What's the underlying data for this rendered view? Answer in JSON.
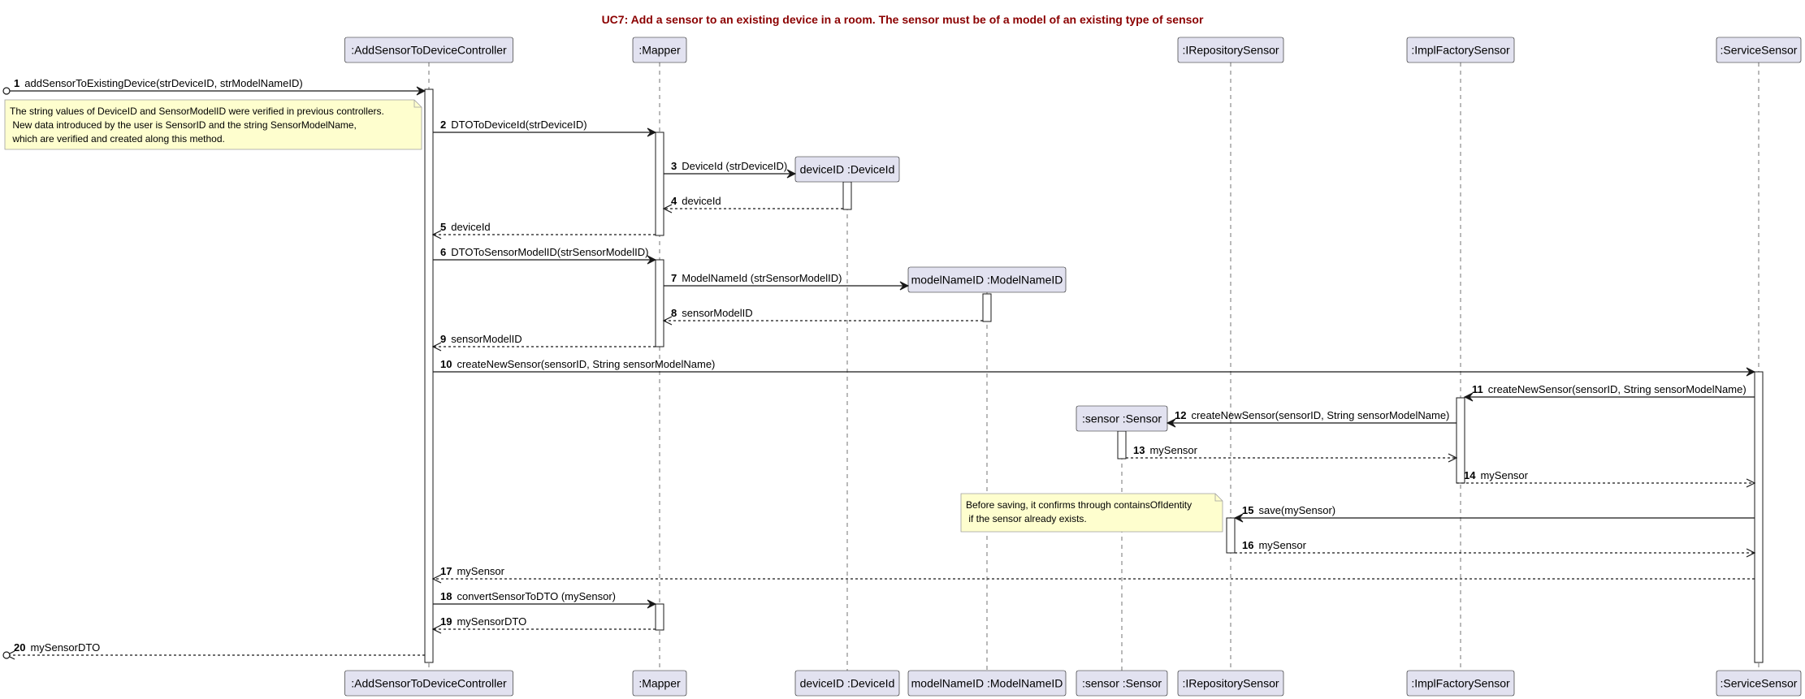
{
  "title": "UC7: Add a sensor to an existing device in a room. The sensor must be of a model of an existing type of sensor",
  "participants": [
    {
      "id": "controller",
      "label": ":AddSensorToDeviceController"
    },
    {
      "id": "mapper",
      "label": ":Mapper"
    },
    {
      "id": "deviceid",
      "label": "deviceID :DeviceId"
    },
    {
      "id": "modelnameid",
      "label": "modelNameID :ModelNameID"
    },
    {
      "id": "sensor",
      "label": ":sensor :Sensor"
    },
    {
      "id": "repo",
      "label": ":IRepositorySensor"
    },
    {
      "id": "factory",
      "label": ":ImplFactorySensor"
    },
    {
      "id": "service",
      "label": ":ServiceSensor"
    }
  ],
  "messages": [
    {
      "num": "1",
      "text": "addSensorToExistingDevice(strDeviceID, strModelNameID)",
      "from": "external",
      "to": "controller",
      "type": "sync"
    },
    {
      "num": "2",
      "text": "DTOToDeviceId(strDeviceID)",
      "from": "controller",
      "to": "mapper",
      "type": "sync"
    },
    {
      "num": "3",
      "text": "DeviceId (strDeviceID)",
      "from": "mapper",
      "to": "deviceid",
      "type": "create"
    },
    {
      "num": "4",
      "text": "deviceId",
      "from": "deviceid",
      "to": "mapper",
      "type": "return"
    },
    {
      "num": "5",
      "text": "deviceId",
      "from": "mapper",
      "to": "controller",
      "type": "return"
    },
    {
      "num": "6",
      "text": "DTOToSensorModelID(strSensorModelID)",
      "from": "controller",
      "to": "mapper",
      "type": "sync"
    },
    {
      "num": "7",
      "text": "ModelNameId (strSensorModelID)",
      "from": "mapper",
      "to": "modelnameid",
      "type": "create"
    },
    {
      "num": "8",
      "text": "sensorModelID",
      "from": "modelnameid",
      "to": "mapper",
      "type": "return"
    },
    {
      "num": "9",
      "text": "sensorModelID",
      "from": "mapper",
      "to": "controller",
      "type": "return"
    },
    {
      "num": "10",
      "text": "createNewSensor(sensorID, String sensorModelName)",
      "from": "controller",
      "to": "service",
      "type": "sync"
    },
    {
      "num": "11",
      "text": "createNewSensor(sensorID, String sensorModelName)",
      "from": "service",
      "to": "factory",
      "type": "sync"
    },
    {
      "num": "12",
      "text": "createNewSensor(sensorID, String sensorModelName)",
      "from": "factory",
      "to": "sensor",
      "type": "create"
    },
    {
      "num": "13",
      "text": "mySensor",
      "from": "sensor",
      "to": "factory",
      "type": "return"
    },
    {
      "num": "14",
      "text": "mySensor",
      "from": "factory",
      "to": "service",
      "type": "return"
    },
    {
      "num": "15",
      "text": "save(mySensor)",
      "from": "service",
      "to": "repo",
      "type": "sync"
    },
    {
      "num": "16",
      "text": "mySensor",
      "from": "repo",
      "to": "service",
      "type": "return"
    },
    {
      "num": "17",
      "text": "mySensor",
      "from": "service",
      "to": "controller",
      "type": "return"
    },
    {
      "num": "18",
      "text": "convertSensorToDTO (mySensor)",
      "from": "controller",
      "to": "mapper",
      "type": "sync"
    },
    {
      "num": "19",
      "text": "mySensorDTO",
      "from": "mapper",
      "to": "controller",
      "type": "return"
    },
    {
      "num": "20",
      "text": "mySensorDTO",
      "from": "controller",
      "to": "external",
      "type": "return"
    }
  ],
  "notes": [
    {
      "lines": [
        "The string values of DeviceID and SensorModelID were verified in previous controllers.",
        " New data introduced by the user is SensorID and the string SensorModelName,",
        " which are verified and created along this method."
      ]
    },
    {
      "lines": [
        "Before saving, it confirms through containsOfIdentity",
        " if the sensor already exists."
      ]
    }
  ]
}
